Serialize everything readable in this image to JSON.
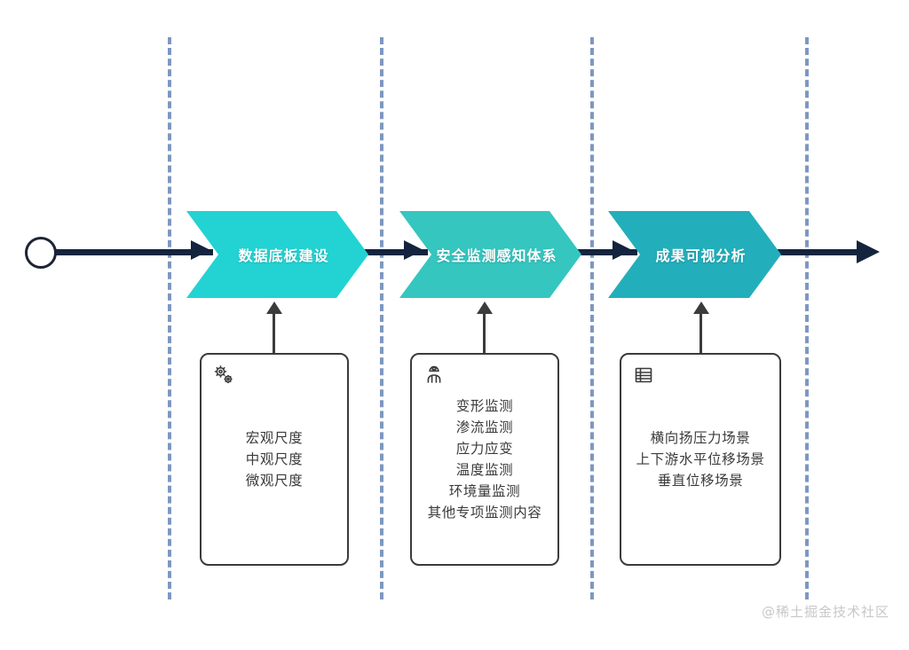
{
  "diagram": {
    "title": "",
    "background_color": "#ffffff",
    "timeline": {
      "axis_color": "#14243f",
      "start_marker": "start-circle",
      "direction": "left-to-right"
    },
    "divider_color": "#7e97c2",
    "stages": [
      {
        "id": "stage-1",
        "label": "数据底板建设",
        "color": "#23d3d3",
        "card": {
          "icon": "gears-icon",
          "lines": [
            "宏观尺度",
            "中观尺度",
            "微观尺度"
          ]
        }
      },
      {
        "id": "stage-2",
        "label": "安全监测感知体系",
        "color": "#35c6c0",
        "card": {
          "icon": "worker-icon",
          "lines": [
            "变形监测",
            "渗流监测",
            "应力应变",
            "温度监测",
            "环境量监测",
            "其他专项监测内容"
          ]
        }
      },
      {
        "id": "stage-3",
        "label": "成果可视分析",
        "color": "#22afbb",
        "card": {
          "icon": "table-icon",
          "lines": [
            "横向扬压力场景",
            "上下游水平位移场景",
            "垂直位移场景"
          ]
        }
      }
    ],
    "watermark": "@稀土掘金技术社区"
  }
}
